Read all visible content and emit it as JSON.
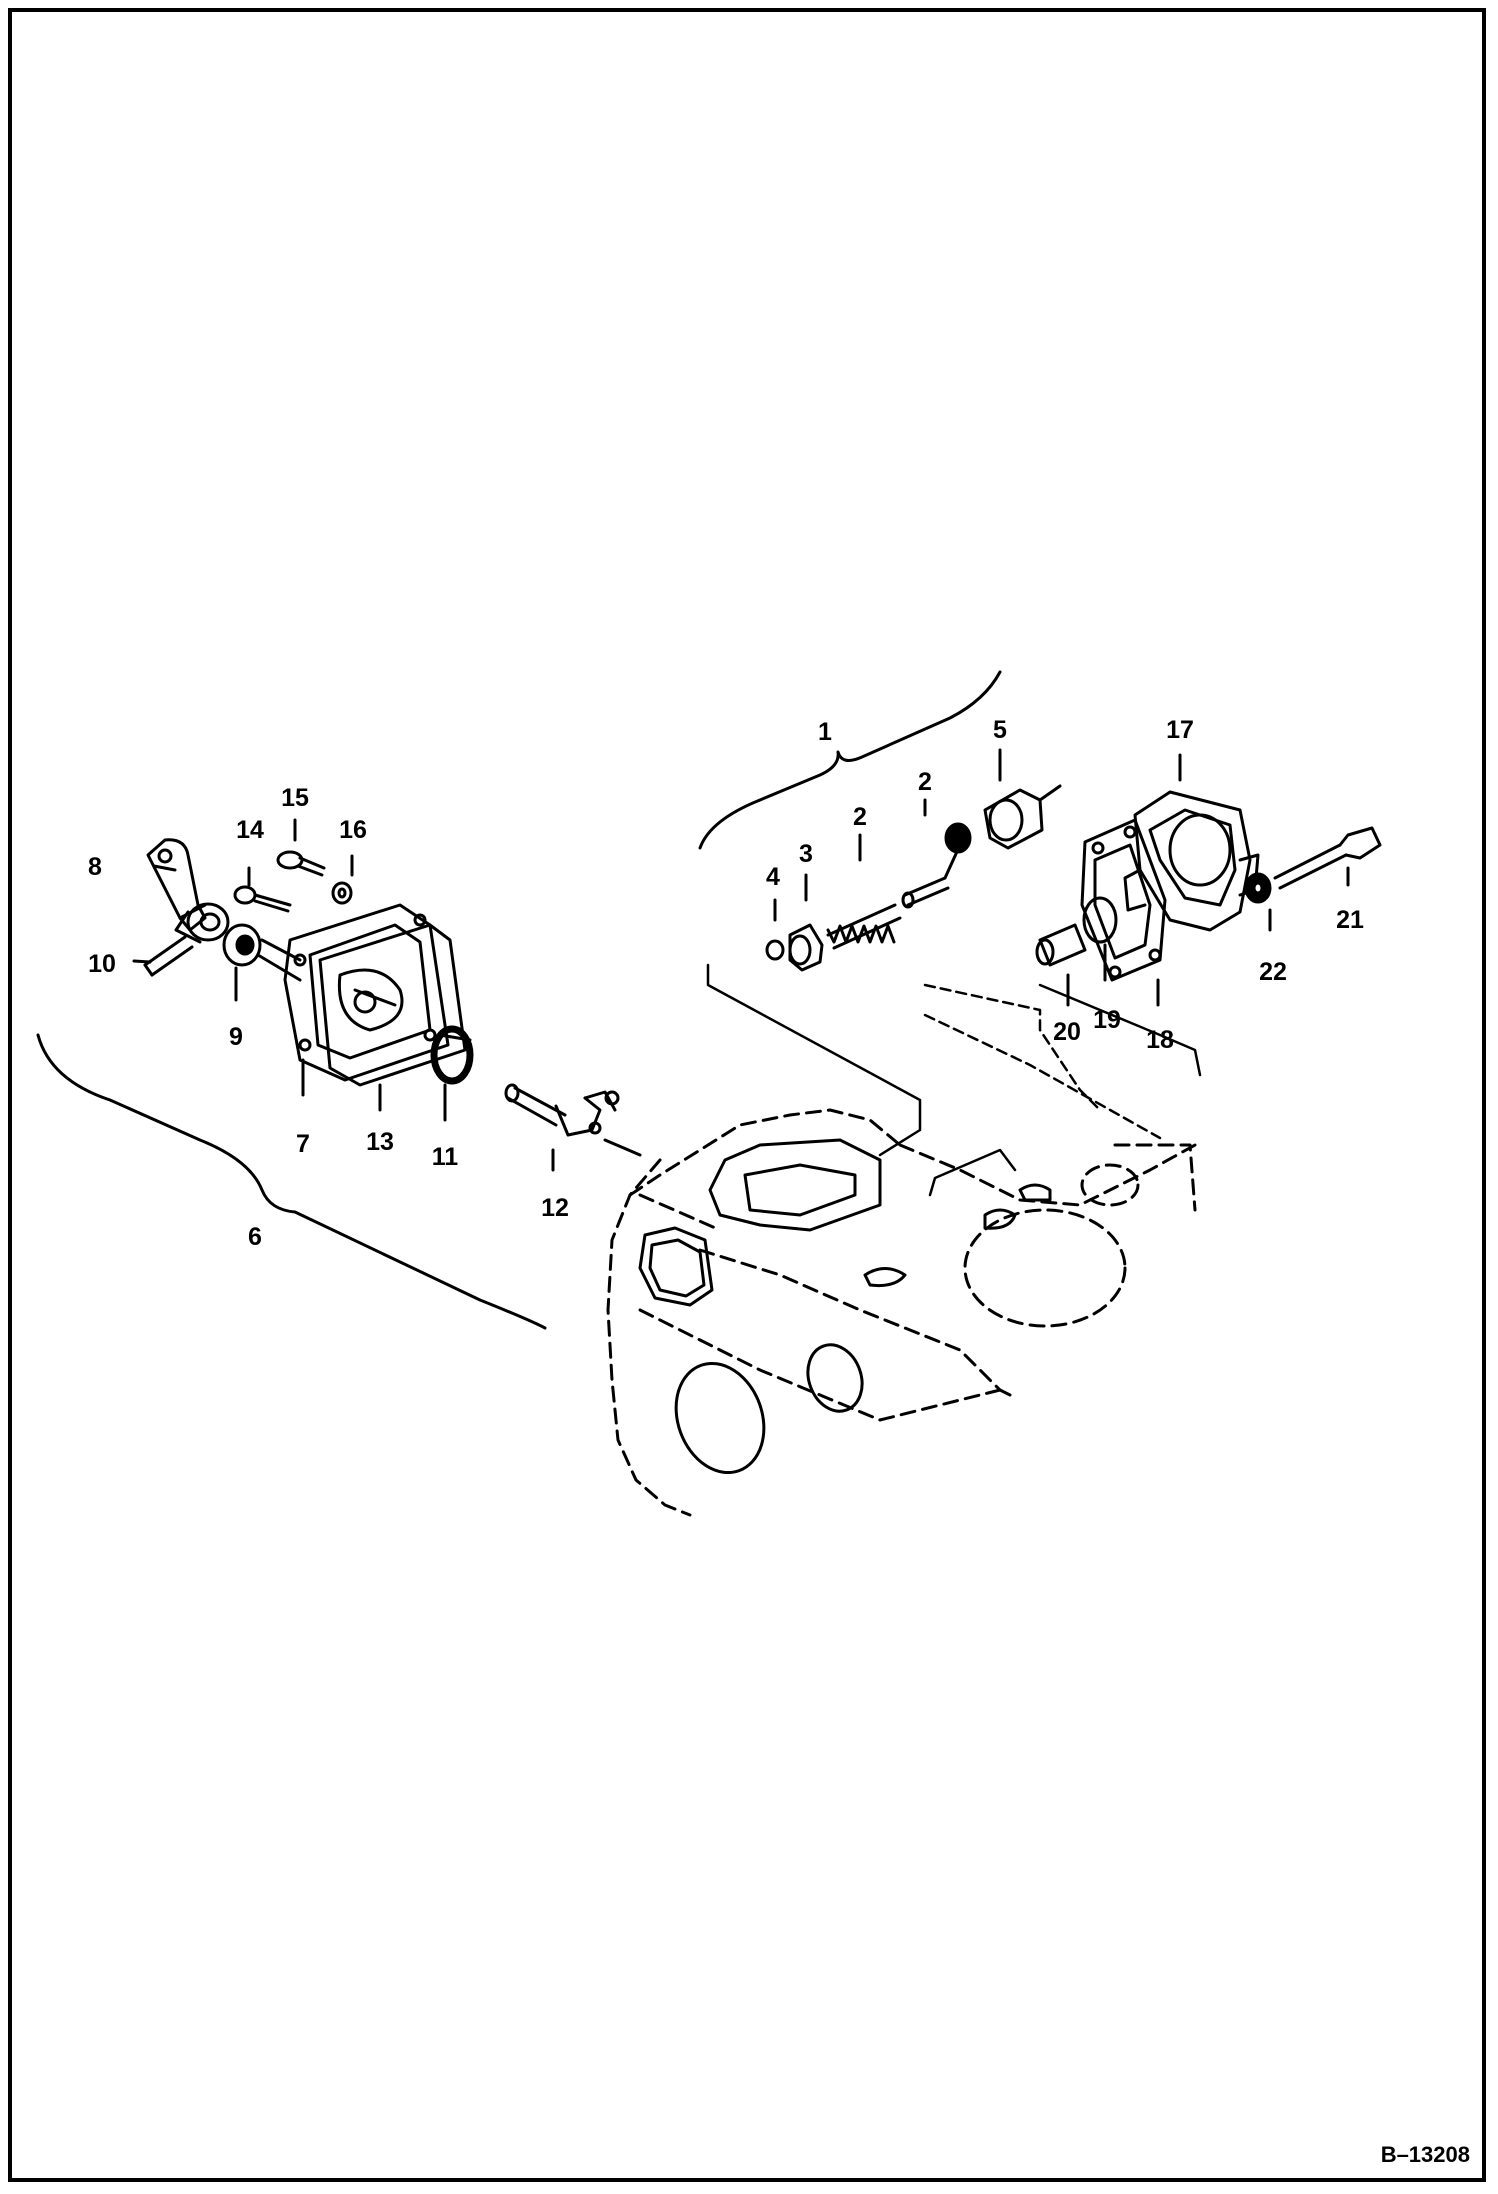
{
  "figure_id": "B–13208",
  "callouts": {
    "c1": "1",
    "c2a": "2",
    "c2b": "2",
    "c3": "3",
    "c4": "4",
    "c5": "5",
    "c6": "6",
    "c7": "7",
    "c8": "8",
    "c9": "9",
    "c10": "10",
    "c11": "11",
    "c12": "12",
    "c13": "13",
    "c14": "14",
    "c15": "15",
    "c16": "16",
    "c17": "17",
    "c18": "18",
    "c19": "19",
    "c20": "20",
    "c21": "21",
    "c22": "22"
  },
  "colors": {
    "ink": "#000000",
    "background": "#ffffff"
  }
}
